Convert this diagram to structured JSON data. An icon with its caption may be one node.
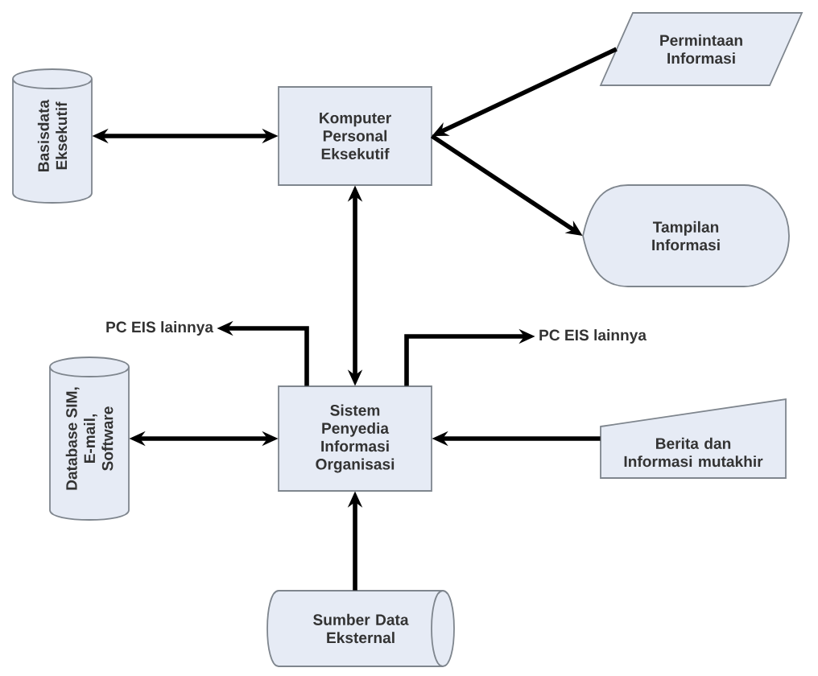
{
  "diagram": {
    "nodes": [
      {
        "text": [
          "Permintaan Informasi"
        ]
      },
      {
        "text": [
          "Basisdata Eksekutif"
        ]
      },
      {
        "text": [
          "Komputer Personal Eksekutif"
        ]
      },
      {
        "text": [
          "Tampilan Informasi"
        ]
      },
      {
        "text": [
          "PC EIS lainnya"
        ]
      },
      {
        "text": [
          "PC EIS lainnya"
        ]
      },
      {
        "text": [
          "Database SIM, E-mail, Software"
        ]
      },
      {
        "text": [
          "Sistem Penyedia Informasi Organisasi"
        ]
      },
      {
        "text": [
          "Berita dan Informasi mutakhir"
        ]
      },
      {
        "text": [
          "Sumber Data Eksternal"
        ]
      }
    ],
    "edges": [
      {
        "from": 1,
        "to": 2,
        "arrow": "both"
      },
      {
        "from": 0,
        "to": 2,
        "arrow": "to"
      },
      {
        "from": 2,
        "to": 3,
        "arrow": "to"
      },
      {
        "from": 2,
        "to": 7,
        "arrow": "both"
      },
      {
        "from": 7,
        "to": 4,
        "arrow": "to"
      },
      {
        "from": 7,
        "to": 5,
        "arrow": "to"
      },
      {
        "from": 6,
        "to": 7,
        "arrow": "both"
      },
      {
        "from": 8,
        "to": 7,
        "arrow": "to"
      },
      {
        "from": 9,
        "to": 7,
        "arrow": "to"
      }
    ]
  }
}
